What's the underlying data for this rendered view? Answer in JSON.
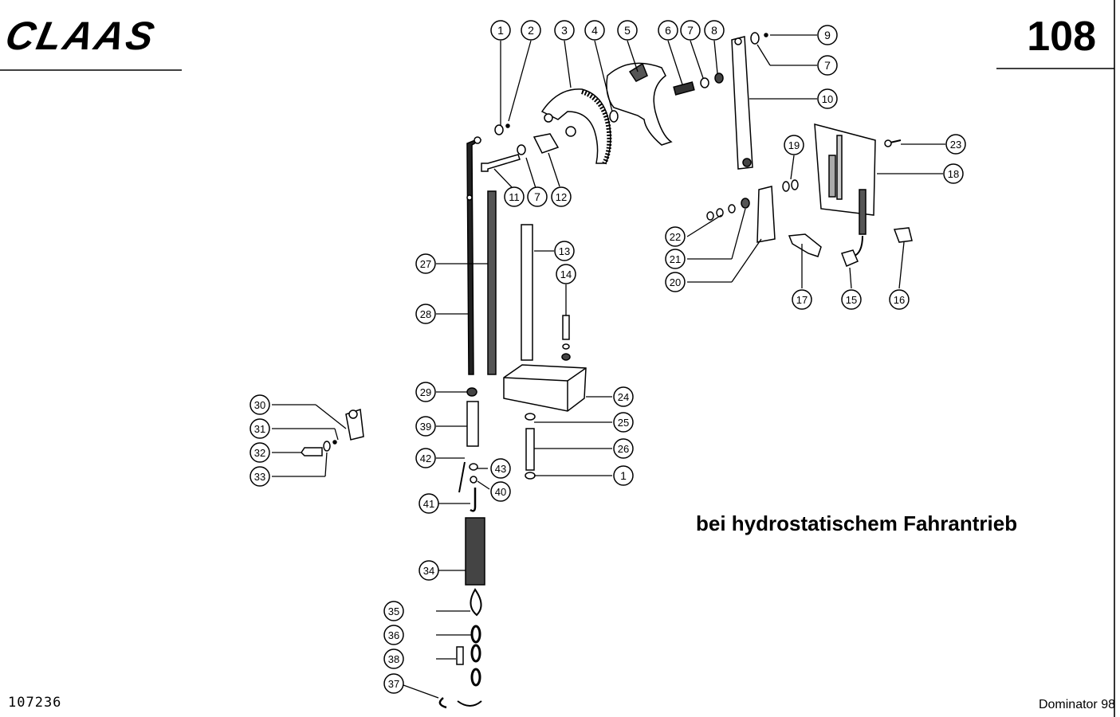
{
  "header": {
    "brand": "CLAAS",
    "page_number": "108"
  },
  "caption": "bei hydrostatischem Fahrantrieb",
  "footer": {
    "drawing_number": "107236",
    "model": "Dominator 98"
  },
  "callouts": [
    "1",
    "2",
    "3",
    "4",
    "5",
    "6",
    "7",
    "8",
    "9",
    "7",
    "10",
    "11",
    "7",
    "12",
    "13",
    "14",
    "19",
    "18",
    "23",
    "22",
    "21",
    "20",
    "17",
    "15",
    "16",
    "27",
    "28",
    "24",
    "29",
    "39",
    "25",
    "26",
    "1",
    "42",
    "43",
    "40",
    "41",
    "30",
    "31",
    "32",
    "33",
    "34",
    "35",
    "36",
    "38",
    "37"
  ]
}
